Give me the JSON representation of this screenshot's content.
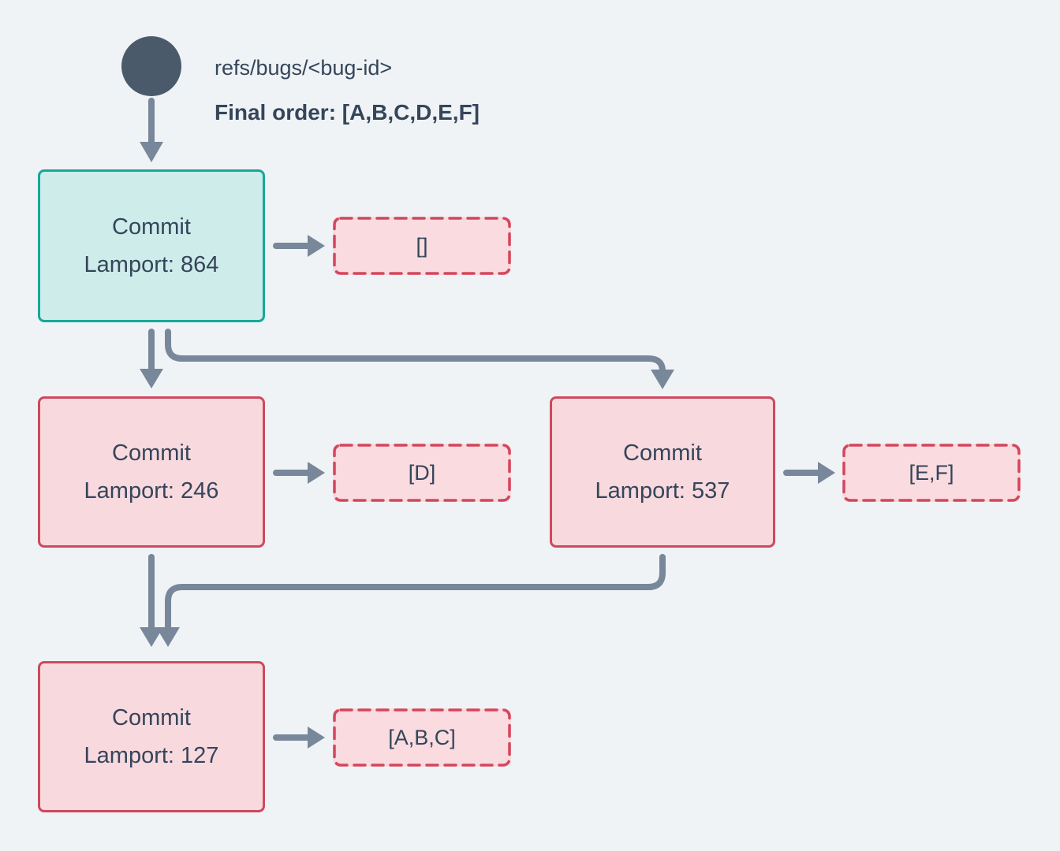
{
  "colors": {
    "bg": "#eff3f6",
    "circle": "#4b5a6a",
    "text": "#35455a",
    "arrow": "#78879a",
    "teal-fill": "#cdecea",
    "teal-border": "#16a89a",
    "pink-fill": "#f8d9de",
    "pink-border": "#cd4960",
    "dashed-fill": "#f9dbe0",
    "dashed-border": "#d4465c"
  },
  "header": {
    "ref_label": "refs/bugs/<bug-id>",
    "final_order": "Final order: [A,B,C,D,E,F]"
  },
  "nodes": [
    {
      "id": "commit-864",
      "line1": "Commit",
      "line2": "Lamport: 864",
      "style": "teal"
    },
    {
      "id": "commit-246",
      "line1": "Commit",
      "line2": "Lamport: 246",
      "style": "pink"
    },
    {
      "id": "commit-537",
      "line1": "Commit",
      "line2": "Lamport: 537",
      "style": "pink"
    },
    {
      "id": "commit-127",
      "line1": "Commit",
      "line2": "Lamport: 127",
      "style": "pink"
    }
  ],
  "results": [
    {
      "id": "result-864",
      "value": "[]"
    },
    {
      "id": "result-246",
      "value": "[D]"
    },
    {
      "id": "result-537",
      "value": "[E,F]"
    },
    {
      "id": "result-127",
      "value": "[A,B,C]"
    }
  ]
}
